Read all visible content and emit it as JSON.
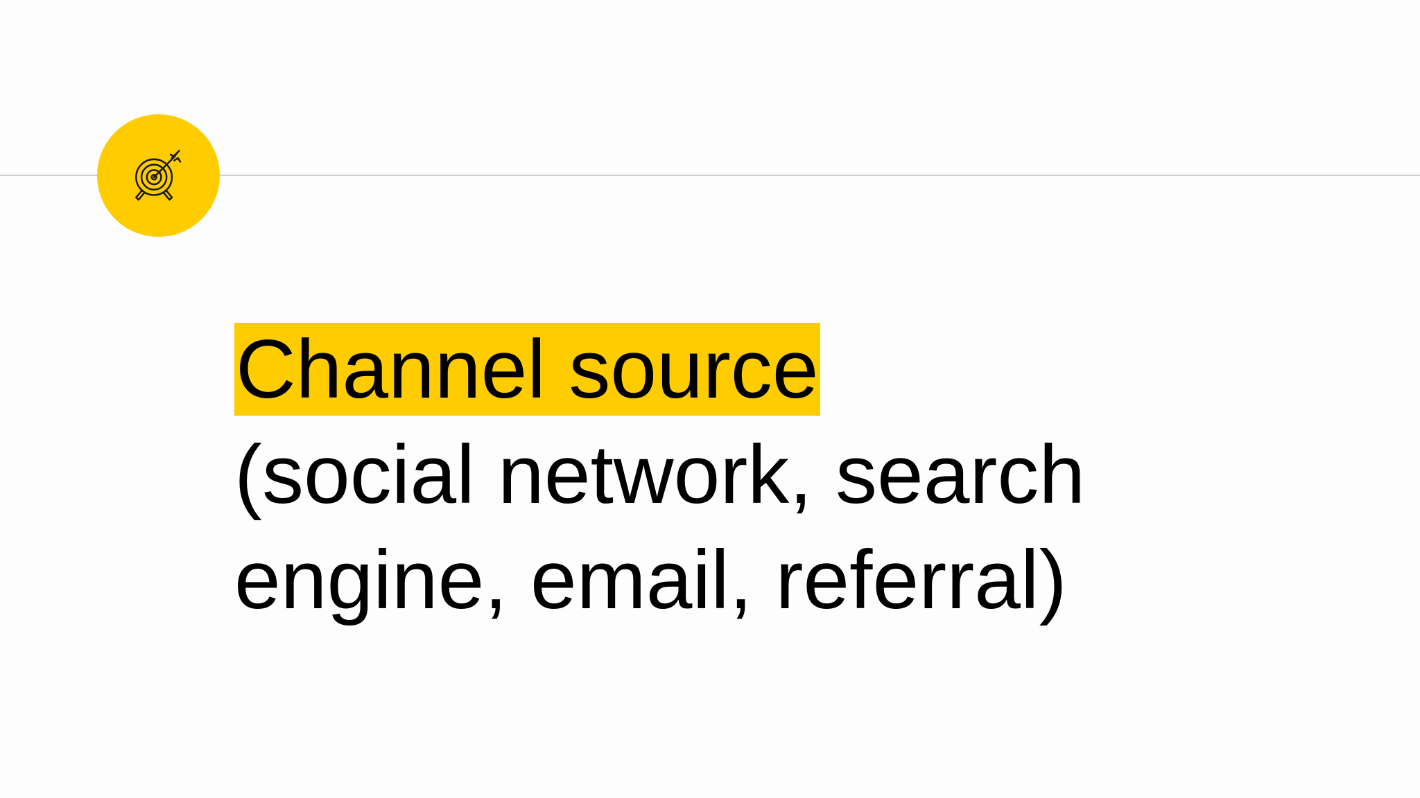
{
  "slide": {
    "highlight_text": "Channel source",
    "body_line_1": "(social network, search",
    "body_line_2": "engine, email, referral)"
  },
  "icon": {
    "name": "target-arrow-icon"
  },
  "colors": {
    "accent": "#ffcc00",
    "text": "#000000",
    "rule": "#cfcfcf",
    "background": "#fdfdfd"
  }
}
